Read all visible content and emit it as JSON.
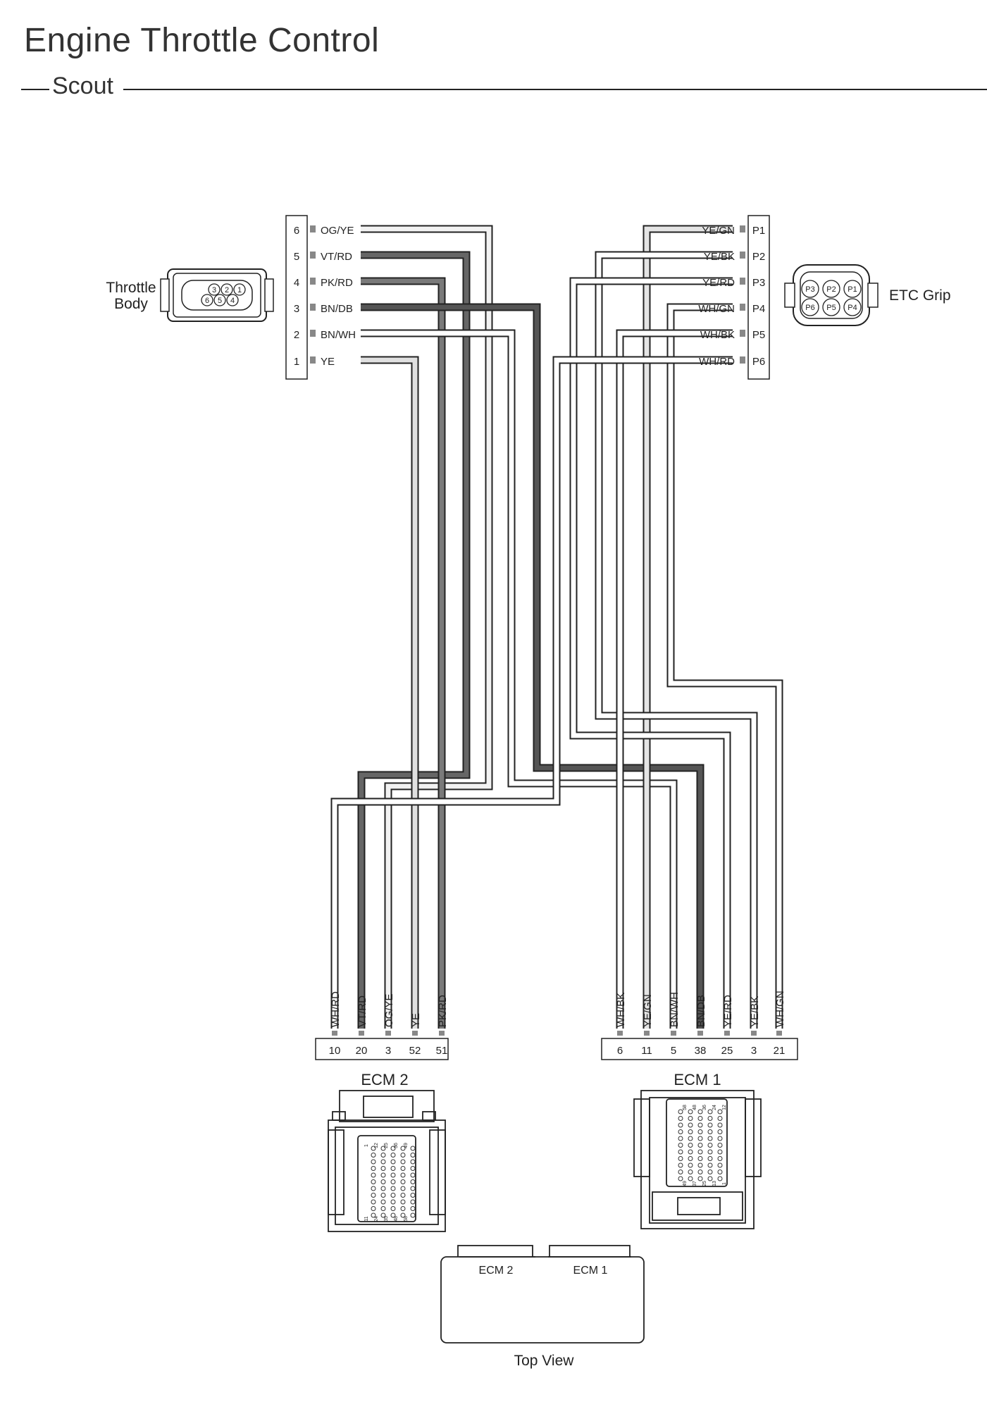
{
  "header": {
    "title": "Engine Throttle Control",
    "subtitle": "Scout"
  },
  "throttle_body": {
    "label_line1": "Throttle",
    "label_line2": "Body",
    "connector_pins": [
      "3",
      "2",
      "1",
      "6",
      "5",
      "4"
    ],
    "terminals": [
      {
        "pin": "6",
        "color": "OG/YE"
      },
      {
        "pin": "5",
        "color": "VT/RD"
      },
      {
        "pin": "4",
        "color": "PK/RD"
      },
      {
        "pin": "3",
        "color": "BN/DB"
      },
      {
        "pin": "2",
        "color": "BN/WH"
      },
      {
        "pin": "1",
        "color": "YE"
      }
    ]
  },
  "etc_grip": {
    "label": "ETC Grip",
    "connector_pins": [
      "P3",
      "P2",
      "P1",
      "P6",
      "P5",
      "P4"
    ],
    "terminals": [
      {
        "pin": "P1",
        "color": "YE/GN"
      },
      {
        "pin": "P2",
        "color": "YE/BK"
      },
      {
        "pin": "P3",
        "color": "YE/RD"
      },
      {
        "pin": "P4",
        "color": "WH/GN"
      },
      {
        "pin": "P5",
        "color": "WH/BK"
      },
      {
        "pin": "P6",
        "color": "WH/RD"
      }
    ]
  },
  "ecm2": {
    "label": "ECM 2",
    "terminals": [
      {
        "pin": "10",
        "color": "WH/RD"
      },
      {
        "pin": "20",
        "color": "VT/RD"
      },
      {
        "pin": "3",
        "color": "OG/YE"
      },
      {
        "pin": "52",
        "color": "YE"
      },
      {
        "pin": "51",
        "color": "PK/RD"
      }
    ],
    "face_numbers": [
      "1",
      "11",
      "12",
      "24",
      "25",
      "35",
      "36",
      "48",
      "49",
      "58"
    ]
  },
  "ecm1": {
    "label": "ECM 1",
    "terminals": [
      {
        "pin": "6",
        "color": "WH/BK"
      },
      {
        "pin": "11",
        "color": "YE/GN"
      },
      {
        "pin": "5",
        "color": "BN/WH"
      },
      {
        "pin": "38",
        "color": "BN/DB"
      },
      {
        "pin": "25",
        "color": "YE/RD"
      },
      {
        "pin": "3",
        "color": "YE/BK"
      },
      {
        "pin": "21",
        "color": "WH/GN"
      }
    ],
    "face_numbers": [
      "58",
      "48",
      "36",
      "24",
      "12",
      "49",
      "37",
      "25",
      "13",
      "1"
    ]
  },
  "top_view": {
    "label": "Top View",
    "ecm2_tab": "ECM 2",
    "ecm1_tab": "ECM 1"
  },
  "wire_styles": {
    "OG/YE": "#f2f2f2",
    "VT/RD": "#666666",
    "PK/RD": "#7a7a7a",
    "BN/DB": "#555555",
    "BN/WH": "#ffffff",
    "YE": "#e0e0e0",
    "YE/GN": "#e4e4e4",
    "YE/BK": "#ffffff",
    "YE/RD": "#ffffff",
    "WH/GN": "#ffffff",
    "WH/BK": "#ffffff",
    "WH/RD": "#ffffff"
  }
}
